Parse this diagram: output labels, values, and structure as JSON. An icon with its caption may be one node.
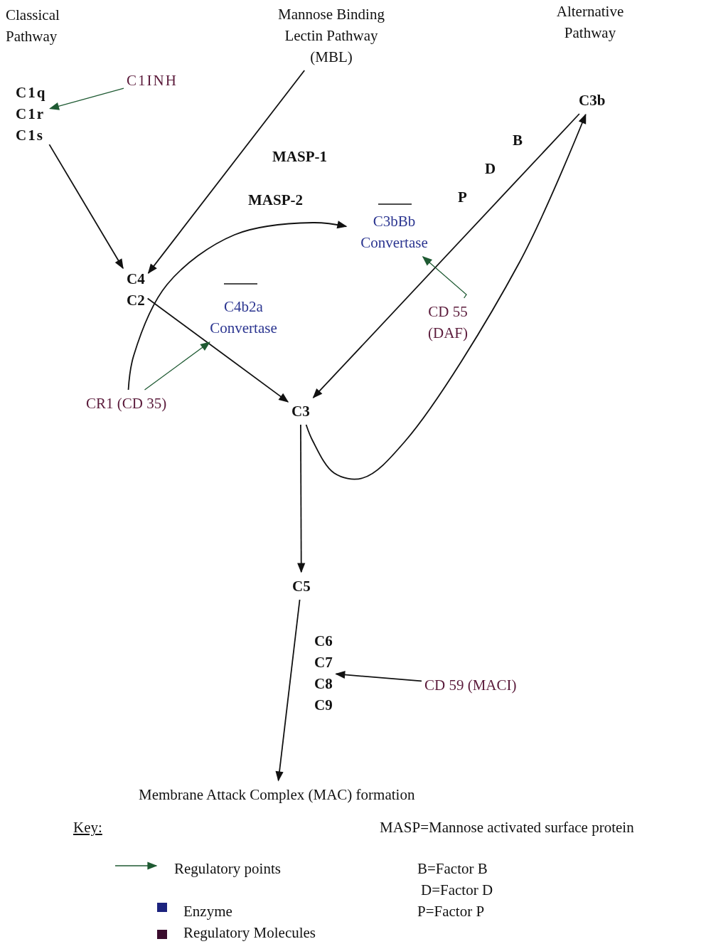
{
  "diagram": {
    "nodes": [
      {
        "text": [
          "C1q",
          "C1r",
          "C1s"
        ]
      },
      {
        "text": [
          "C1INH"
        ]
      },
      {
        "text": [
          "Mannose Binding Lectin Pathway (MBL)"
        ]
      },
      {
        "text": [
          "C4",
          "C2"
        ]
      },
      {
        "text": [
          "C4b2a Convertase"
        ]
      },
      {
        "text": [
          "C3bBb Convertase"
        ]
      },
      {
        "text": [
          "C3b"
        ]
      },
      {
        "text": [
          "CR1 (CD 35)"
        ]
      },
      {
        "text": [
          "CD 55 (DAF)"
        ]
      },
      {
        "text": [
          "C3"
        ]
      },
      {
        "text": [
          "C5"
        ]
      },
      {
        "text": [
          "C6",
          "C7",
          "C8",
          "C9"
        ]
      },
      {
        "text": [
          "CD 59 (MACI)"
        ]
      },
      {
        "text": [
          "Membrane Attack Complex (MAC) formation"
        ]
      }
    ],
    "edges": [
      {
        "from": 0,
        "to": 3,
        "arrow": "to"
      },
      {
        "from": 2,
        "to": 3,
        "arrow": "to"
      },
      {
        "from": 1,
        "to": 0,
        "arrow": "to",
        "color": "#1e5a32"
      },
      {
        "from": 3,
        "to": 9,
        "arrow": "to"
      },
      {
        "from": 7,
        "to": 5,
        "arrow": "to"
      },
      {
        "from": 7,
        "to": 4,
        "arrow": "to",
        "color": "#1e5a32"
      },
      {
        "from": 6,
        "to": 9,
        "arrow": "to"
      },
      {
        "from": 9,
        "to": 6,
        "arrow": "to"
      },
      {
        "from": 8,
        "to": 5,
        "arrow": "to",
        "color": "#1e5a32"
      },
      {
        "from": 9,
        "to": 10,
        "arrow": "to"
      },
      {
        "from": 10,
        "to": 13,
        "arrow": "to"
      },
      {
        "from": 12,
        "to": 11,
        "arrow": "to"
      }
    ],
    "labels": [
      "Classical Pathway",
      "Alternative Pathway",
      "MASP-1",
      "MASP-2",
      "B",
      "D",
      "P",
      "Key:",
      "MASP=Mannose activated surface protein",
      "B=Factor B",
      "D=Factor D",
      "P=Factor P"
    ],
    "legend": [
      {
        "text": "Regulatory points"
      },
      {
        "text": "Enzyme",
        "color": "#1c237e"
      },
      {
        "text": "Regulatory Molecules",
        "color": "#3b0d2e"
      }
    ]
  }
}
